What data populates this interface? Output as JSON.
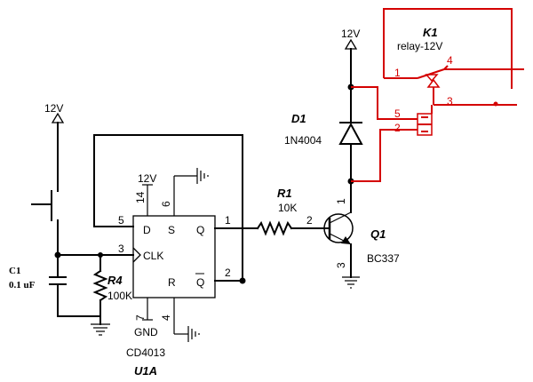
{
  "power_labels": {
    "top_left": "12V",
    "ic": "12V",
    "diode": "12V"
  },
  "ic": {
    "ref": "U1A",
    "part": "CD4013",
    "gnd_label": "GND",
    "pins": {
      "d": "D",
      "s": "S",
      "q": "Q",
      "clk": "CLK",
      "r": "R",
      "qbar": "Q",
      "n5": "5",
      "n14": "14",
      "n6": "6",
      "n1": "1",
      "n3": "3",
      "n2": "2",
      "n7": "7",
      "n4": "4"
    }
  },
  "c1": {
    "ref": "C1",
    "value": "0.1 uF"
  },
  "r4": {
    "ref": "R4",
    "value": "100K"
  },
  "r1": {
    "ref": "R1",
    "value": "10K",
    "pin": "2"
  },
  "q1": {
    "ref": "Q1",
    "part": "BC337",
    "pin1": "1",
    "pin3": "3"
  },
  "d1": {
    "ref": "D1",
    "part": "1N4004"
  },
  "k1": {
    "ref": "K1",
    "part": "relay-12V",
    "pins": {
      "p1": "1",
      "p4": "4",
      "p3": "3",
      "p5": "5",
      "p2": "2"
    }
  },
  "colors": {
    "wire": "#000000",
    "relay": "#d40000"
  }
}
